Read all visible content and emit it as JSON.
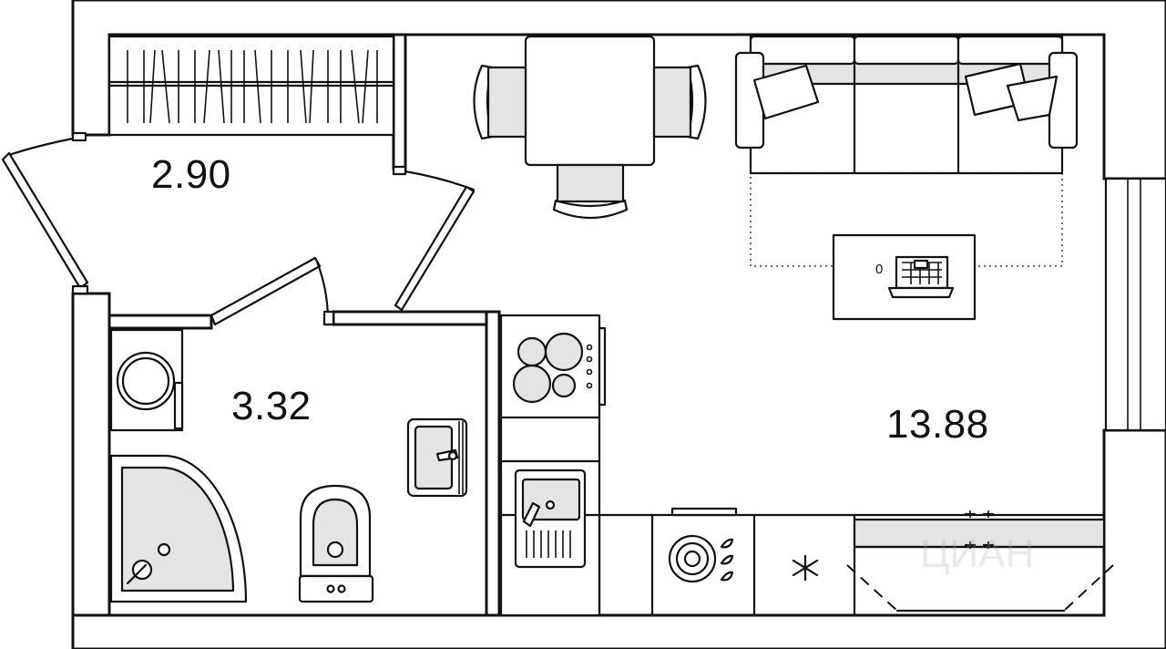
{
  "rooms": {
    "hall": {
      "area": "2.90"
    },
    "bathroom": {
      "area": "3.32"
    },
    "living": {
      "area": "13.88"
    }
  },
  "socket": {
    "label": "0"
  },
  "watermark": {
    "text": "ЦИАН"
  },
  "colors": {
    "line": "#111111",
    "fill_gray": "#e4e4e4",
    "background": "#ffffff"
  },
  "icons": [
    "wardrobe-icon",
    "washing-machine-icon",
    "shower-icon",
    "toilet-icon",
    "washbasin-icon",
    "stove-icon",
    "kitchen-sink-icon",
    "dishwasher-icon",
    "fridge-icon",
    "sofa-icon",
    "dining-table-icon",
    "tv-stand-icon",
    "balcony-icon"
  ]
}
